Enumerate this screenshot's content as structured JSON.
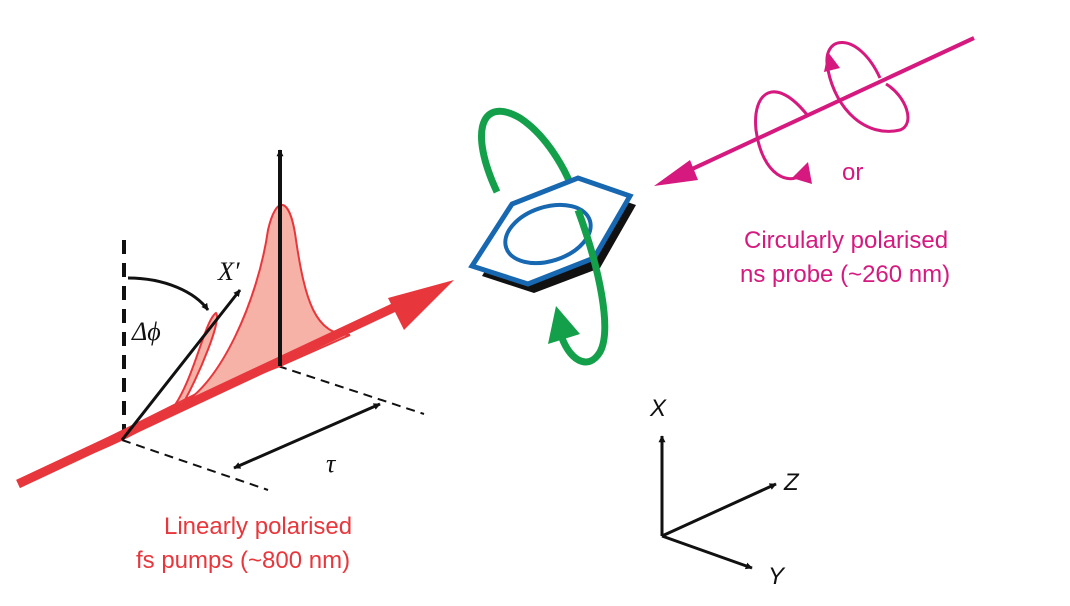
{
  "labels": {
    "x_prime": "X′",
    "delta_phi": "Δϕ",
    "tau": "τ",
    "pump_line1": "Linearly polarised",
    "pump_line2": "fs pumps (~800 nm)",
    "probe_or": "or",
    "probe_line1": "Circularly polarised",
    "probe_line2": "ns probe (~260 nm)",
    "axis_x": "X",
    "axis_y": "Y",
    "axis_z": "Z"
  },
  "colors": {
    "pump": "#e8373c",
    "pulse_fill": "#f6b2a6",
    "probe": "#d6197f",
    "rotation": "#14a04a",
    "molecule": "#1768b0",
    "black": "#111111"
  }
}
